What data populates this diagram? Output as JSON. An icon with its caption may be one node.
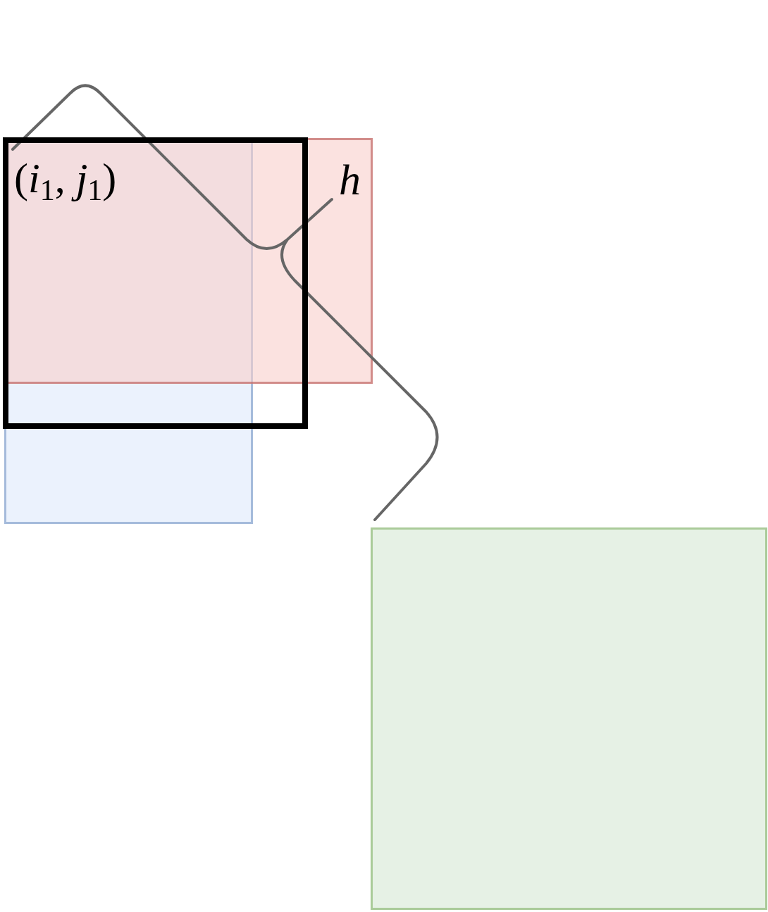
{
  "diagram": {
    "nodes": [
      {
        "text": [
          "(*i*$_{1}$, *j*$_{1}$)"
        ]
      },
      {
        "text": [],
        "shape": "box"
      },
      {
        "text": [],
        "shape": "box"
      },
      {
        "text": [],
        "shape": "box"
      }
    ],
    "labels": [
      "h"
    ]
  }
}
